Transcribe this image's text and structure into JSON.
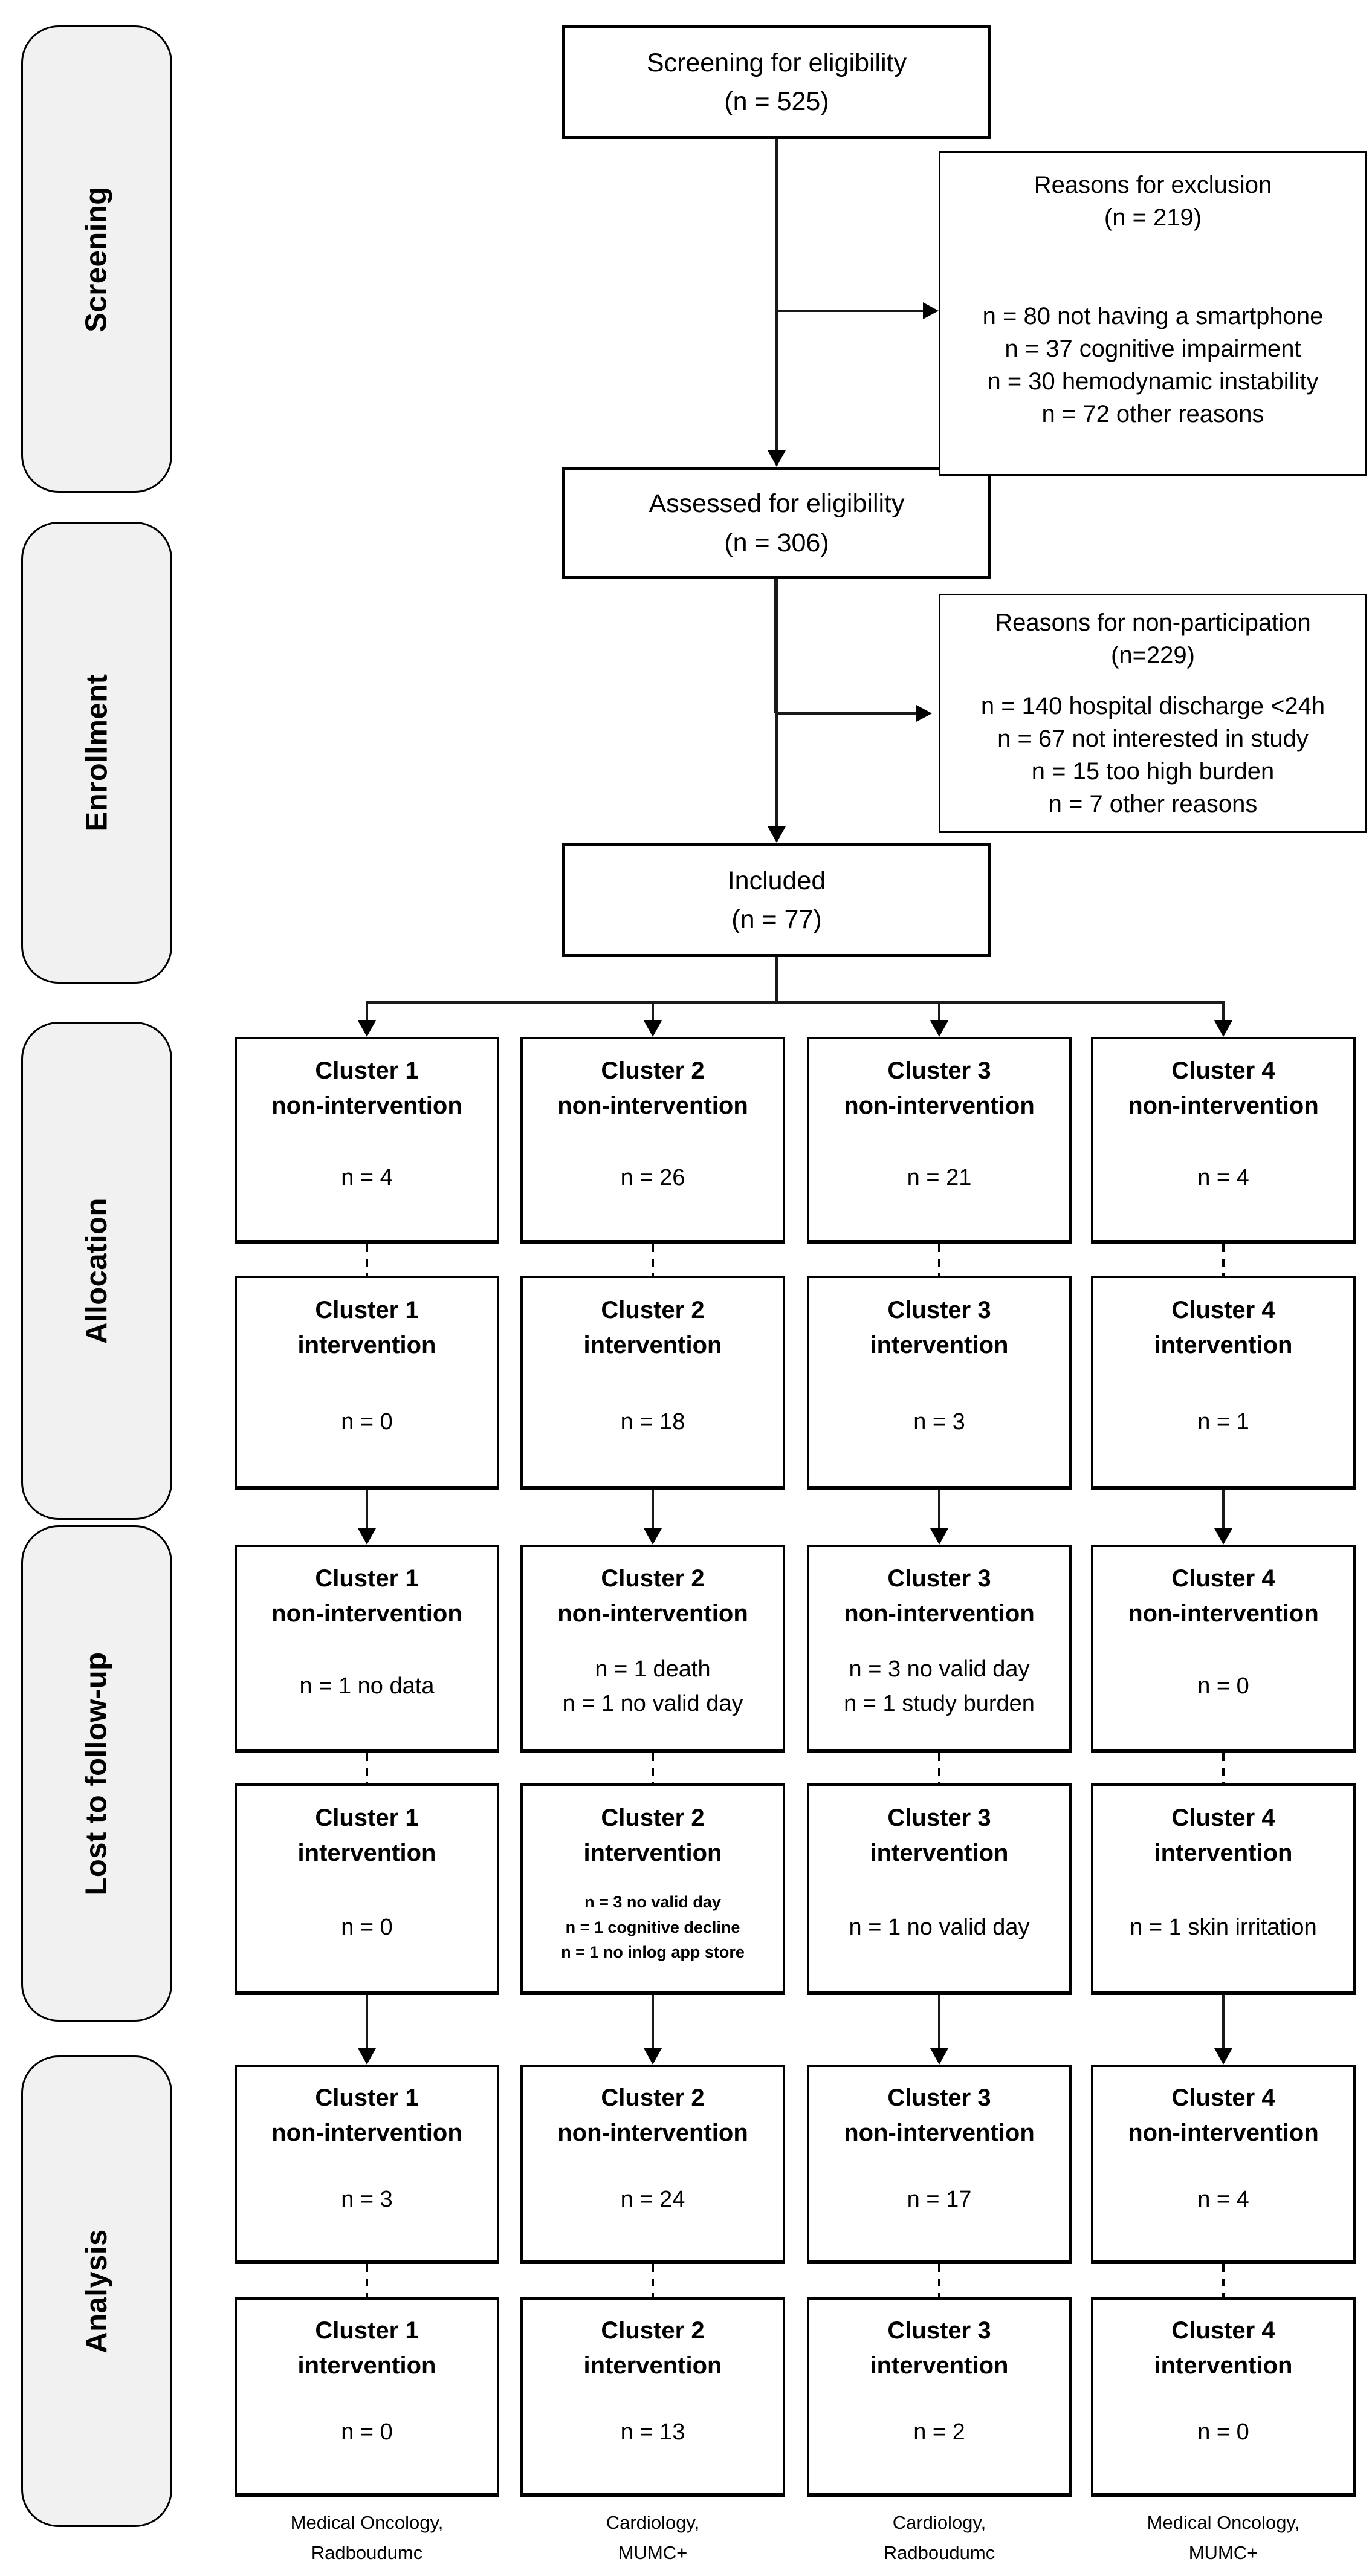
{
  "stages": [
    {
      "label": "Screening"
    },
    {
      "label": "Enrollment"
    },
    {
      "label": "Allocation"
    },
    {
      "label": "Lost to follow-up"
    },
    {
      "label": "Analysis"
    }
  ],
  "flow": {
    "screening": {
      "l1": "Screening for eligibility",
      "l2": "(n = 525)"
    },
    "assessed": {
      "l1": "Assessed for eligibility",
      "l2": "(n = 306)"
    },
    "included": {
      "l1": "Included",
      "l2": "(n = 77)"
    }
  },
  "exclusion": {
    "t1": "Reasons for exclusion",
    "t2": "(n = 219)",
    "lines": [
      "n = 80 not having a smartphone",
      "n = 37 cognitive impairment",
      "n = 30 hemodynamic instability",
      "n = 72 other reasons"
    ]
  },
  "nonparticipation": {
    "t1": "Reasons for non-participation",
    "t2": "(n=229)",
    "lines": [
      "n = 140 hospital discharge <24h",
      "n = 67 not interested in study",
      "n = 15 too high burden",
      "n = 7 other reasons"
    ]
  },
  "grid": {
    "rows": [
      {
        "name": "allocation-non-intervention",
        "cells": [
          {
            "t1": "Cluster 1",
            "t2": "non-intervention",
            "n1": "n = 4"
          },
          {
            "t1": "Cluster 2",
            "t2": "non-intervention",
            "n1": "n = 26"
          },
          {
            "t1": "Cluster 3",
            "t2": "non-intervention",
            "n1": "n = 21"
          },
          {
            "t1": "Cluster 4",
            "t2": "non-intervention",
            "n1": "n = 4"
          }
        ]
      },
      {
        "name": "allocation-intervention",
        "cells": [
          {
            "t1": "Cluster 1",
            "t2": "intervention",
            "n1": "n = 0"
          },
          {
            "t1": "Cluster 2",
            "t2": "intervention",
            "n1": "n = 18"
          },
          {
            "t1": "Cluster 3",
            "t2": "intervention",
            "n1": "n = 3"
          },
          {
            "t1": "Cluster 4",
            "t2": "intervention",
            "n1": "n = 1"
          }
        ]
      },
      {
        "name": "lost-to-follow-up-non-intervention",
        "cells": [
          {
            "t1": "Cluster 1",
            "t2": "non-intervention",
            "n1": "n = 1 no data"
          },
          {
            "t1": "Cluster 2",
            "t2": "non-intervention",
            "n1": "n = 1 death",
            "n2": "n = 1 no valid day"
          },
          {
            "t1": "Cluster 3",
            "t2": "non-intervention",
            "n1": "n = 3 no valid day",
            "n2": "n = 1 study burden"
          },
          {
            "t1": "Cluster 4",
            "t2": "non-intervention",
            "n1": "n = 0"
          }
        ]
      },
      {
        "name": "lost-to-follow-up-intervention",
        "cells": [
          {
            "t1": "Cluster 1",
            "t2": "intervention",
            "n1": "n = 0"
          },
          {
            "t1": "Cluster 2",
            "t2": "intervention",
            "n1": "n = 3 no valid day",
            "n2": "n = 1 cognitive decline",
            "n3": "n = 1 no inlog app store"
          },
          {
            "t1": "Cluster 3",
            "t2": "intervention",
            "n1": "n = 1 no valid day"
          },
          {
            "t1": "Cluster 4",
            "t2": "intervention",
            "n1": "n = 1 skin irritation"
          }
        ]
      },
      {
        "name": "analysis-non-intervention",
        "cells": [
          {
            "t1": "Cluster 1",
            "t2": "non-intervention",
            "n1": "n = 3"
          },
          {
            "t1": "Cluster 2",
            "t2": "non-intervention",
            "n1": "n = 24"
          },
          {
            "t1": "Cluster 3",
            "t2": "non-intervention",
            "n1": "n = 17"
          },
          {
            "t1": "Cluster 4",
            "t2": "non-intervention",
            "n1": "n = 4"
          }
        ]
      },
      {
        "name": "analysis-intervention",
        "cells": [
          {
            "t1": "Cluster 1",
            "t2": "intervention",
            "n1": "n = 0"
          },
          {
            "t1": "Cluster 2",
            "t2": "intervention",
            "n1": "n = 13"
          },
          {
            "t1": "Cluster 3",
            "t2": "intervention",
            "n1": "n = 2"
          },
          {
            "t1": "Cluster 4",
            "t2": "intervention",
            "n1": "n = 0"
          }
        ]
      }
    ]
  },
  "footers": [
    {
      "l1": "Medical Oncology,",
      "l2": "Radboudumc"
    },
    {
      "l1": "Cardiology,",
      "l2": "MUMC+"
    },
    {
      "l1": "Cardiology,",
      "l2": "Radboudumc"
    },
    {
      "l1": "Medical Oncology,",
      "l2": "MUMC+"
    }
  ]
}
